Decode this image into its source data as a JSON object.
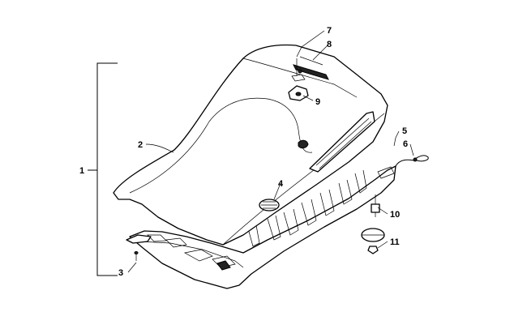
{
  "callouts": [
    {
      "id": "c1",
      "label": "1"
    },
    {
      "id": "c2",
      "label": "2"
    },
    {
      "id": "c3",
      "label": "3"
    },
    {
      "id": "c4",
      "label": "4"
    },
    {
      "id": "c5",
      "label": "5"
    },
    {
      "id": "c6",
      "label": "6"
    },
    {
      "id": "c7",
      "label": "7"
    },
    {
      "id": "c8",
      "label": "8"
    },
    {
      "id": "c9",
      "label": "9"
    },
    {
      "id": "c10",
      "label": "10"
    },
    {
      "id": "c11",
      "label": "11"
    }
  ],
  "colors": {
    "line": "#000000",
    "background": "#ffffff",
    "fill_dark": "#222222"
  }
}
